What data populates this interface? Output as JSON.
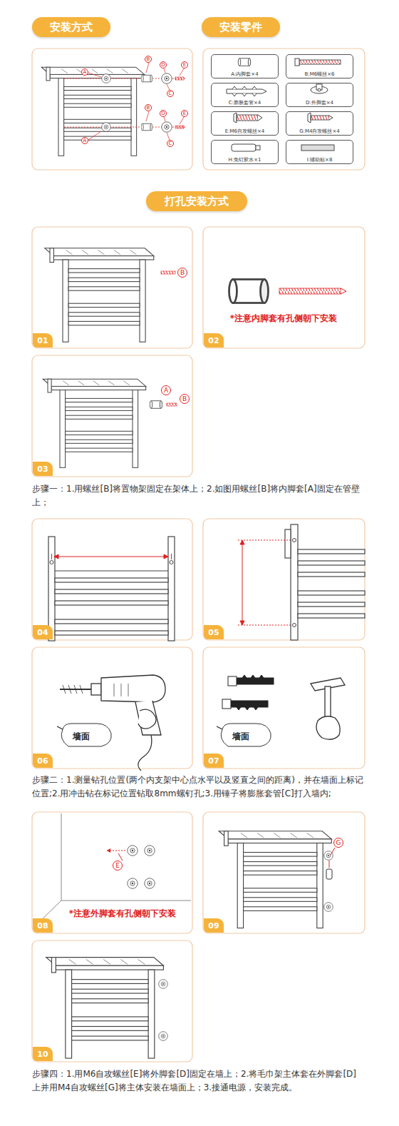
{
  "diagram": {
    "nodes": [
      {
        "text": [
          "安装方式"
        ]
      },
      {
        "text": [
          "安装零件"
        ]
      },
      {
        "text": [
          "A:内脚套×4"
        ]
      },
      {
        "text": [
          "B:M6螺丝×6"
        ]
      },
      {
        "text": [
          "C:膨胀套管×4"
        ]
      },
      {
        "text": [
          "D:外脚套×4"
        ]
      },
      {
        "text": [
          "E:M6自攻螺丝×4"
        ]
      },
      {
        "text": [
          "G:M4自攻螺丝×4"
        ]
      },
      {
        "text": [
          "H:免钉胶水×1"
        ]
      },
      {
        "text": [
          "I:辅助贴×8"
        ]
      },
      {
        "text": [
          "打孔安装方式"
        ]
      },
      {
        "text": [
          "01"
        ]
      },
      {
        "text": [
          "02"
        ]
      },
      {
        "text": [
          "03"
        ]
      },
      {
        "text": [
          "04"
        ]
      },
      {
        "text": [
          "05"
        ]
      },
      {
        "text": [
          "06"
        ]
      },
      {
        "text": [
          "07"
        ]
      },
      {
        "text": [
          "08"
        ]
      },
      {
        "text": [
          "09"
        ]
      },
      {
        "text": [
          "10"
        ]
      }
    ],
    "labels": [
      "B",
      "A",
      "C",
      "D",
      "E",
      "B",
      "A",
      "C",
      "D",
      "E",
      "B",
      "*注意内脚套有孔侧朝下安装",
      "A",
      "B",
      "步骤一：1.用螺丝[B]将置物架固定在架体上；2.如图用螺丝[B]将内脚套[A]固定在管壁上；",
      "墙面",
      "墙面",
      "步骤二：1.测量钻孔位置(两个内支架中心点水平以及竖直之间的距离)，并在墙面上标记位置;2.用冲击钻在标记位置钻取8mm螺钉孔;3.用锤子将膨胀套管[C]打入墙内;",
      "E",
      "*注意外脚套有孔侧朝下安装",
      "G",
      "步骤四：1.用M6自攻螺丝[E]将外脚套[D]固定在墙上；2.将毛巾架主体套在外脚套[D]上并用M4自攻螺丝[G]将主体安装在墙面上；3.接通电源，安装完成。"
    ]
  }
}
